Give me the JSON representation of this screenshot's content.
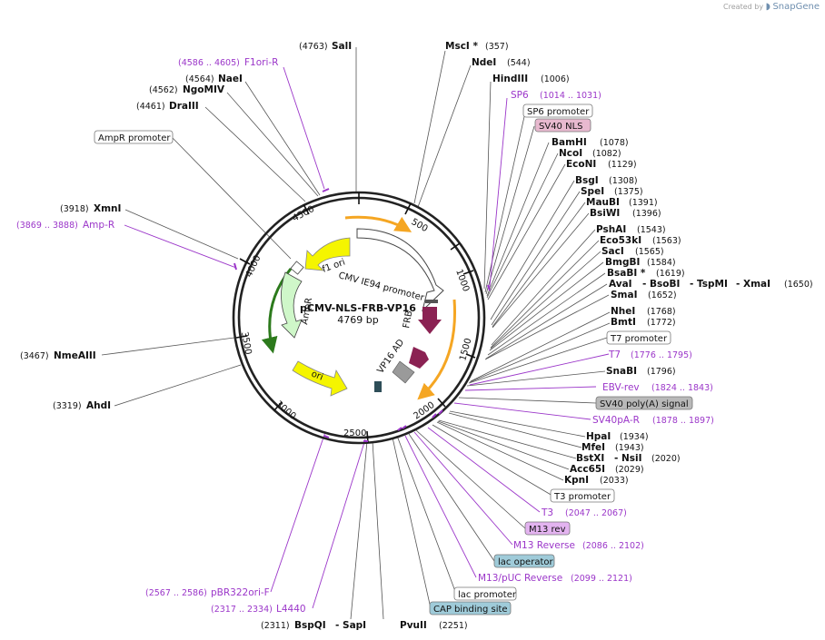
{
  "credit": {
    "prefix": "Created by",
    "brand": "SnapGene"
  },
  "plasmid": {
    "name": "pCMV-NLS-FRB-VP16",
    "size_label": "4769 bp"
  },
  "ticks": [
    "500",
    "1000",
    "1500",
    "2000",
    "2500",
    "3000",
    "3500",
    "4000",
    "4500"
  ],
  "features": {
    "cmv": "CMV IE94 promoter",
    "f1ori": "f1 ori",
    "ampr": "AmpR",
    "ori": "ori",
    "frb": "FRB",
    "vp16": "VP16 AD"
  },
  "enzymes_left": [
    {
      "name": "SalI",
      "pos": "(4763)"
    },
    {
      "name": "NaeI",
      "pos": "(4564)"
    },
    {
      "name": "NgoMIV",
      "pos": "(4562)"
    },
    {
      "name": "DraIII",
      "pos": "(4461)"
    },
    {
      "name": "XmnI",
      "pos": "(3918)"
    },
    {
      "name": "NmeAIII",
      "pos": "(3467)"
    },
    {
      "name": "AhdI",
      "pos": "(3319)"
    }
  ],
  "enzymes_right": [
    {
      "name": "MscI *",
      "pos": "(357)"
    },
    {
      "name": "NdeI",
      "pos": "(544)"
    },
    {
      "name": "HindIII",
      "pos": "(1006)"
    },
    {
      "name": "BamHI",
      "pos": "(1078)"
    },
    {
      "name": "NcoI",
      "pos": "(1082)"
    },
    {
      "name": "EcoNI",
      "pos": "(1129)"
    },
    {
      "name": "BsgI",
      "pos": "(1308)"
    },
    {
      "name": "SpeI",
      "pos": "(1375)"
    },
    {
      "name": "MauBI",
      "pos": "(1391)"
    },
    {
      "name": "BsiWI",
      "pos": "(1396)"
    },
    {
      "name": "PshAI",
      "pos": "(1543)"
    },
    {
      "name": "Eco53kI",
      "pos": "(1563)"
    },
    {
      "name": "SacI",
      "pos": "(1565)"
    },
    {
      "name": "BmgBI",
      "pos": "(1584)"
    },
    {
      "name": "BsaBI *",
      "pos": "(1619)"
    },
    {
      "name": "AvaI",
      "pos": ""
    },
    {
      "name": "- BsoBI",
      "pos": ""
    },
    {
      "name": "- TspMI",
      "pos": ""
    },
    {
      "name": "- XmaI",
      "pos": "(1650)"
    },
    {
      "name": "SmaI",
      "pos": "(1652)"
    },
    {
      "name": "NheI",
      "pos": "(1768)"
    },
    {
      "name": "BmtI",
      "pos": "(1772)"
    },
    {
      "name": "SnaBI",
      "pos": "(1796)"
    },
    {
      "name": "HpaI",
      "pos": "(1934)"
    },
    {
      "name": "MfeI",
      "pos": "(1943)"
    },
    {
      "name": "BstXI",
      "pos": ""
    },
    {
      "name": "- NsiI",
      "pos": "(2020)"
    },
    {
      "name": "Acc65I",
      "pos": "(2029)"
    },
    {
      "name": "KpnI",
      "pos": "(2033)"
    }
  ],
  "enzymes_bottom": [
    {
      "name": "BspQI",
      "pos": "(2311)"
    },
    {
      "name": "- SapI",
      "pos": ""
    },
    {
      "name": "PvuII",
      "pos": "(2251)"
    }
  ],
  "primers": [
    {
      "name": "F1ori-R",
      "range": "(4586 .. 4605)"
    },
    {
      "name": "Amp-R",
      "range": "(3869 .. 3888)"
    },
    {
      "name": "SP6",
      "range": "(1014 .. 1031)"
    },
    {
      "name": "T7",
      "range": "(1776 .. 1795)"
    },
    {
      "name": "EBV-rev",
      "range": "(1824 .. 1843)"
    },
    {
      "name": "SV40pA-R",
      "range": "(1878 .. 1897)"
    },
    {
      "name": "T3",
      "range": "(2047 .. 2067)"
    },
    {
      "name": "M13 Reverse",
      "range": "(2086 .. 2102)"
    },
    {
      "name": "M13/pUC Reverse",
      "range": "(2099 .. 2121)"
    },
    {
      "name": "pBR322ori-F",
      "range": "(2567 .. 2586)"
    },
    {
      "name": "L4440",
      "range": "(2317 .. 2334)"
    }
  ],
  "boxes": [
    {
      "text": "AmpR promoter",
      "color": "#ffffff"
    },
    {
      "text": "SP6 promoter",
      "color": "#ffffff"
    },
    {
      "text": "SV40 NLS",
      "color": "#e8b9cf"
    },
    {
      "text": "T7 promoter",
      "color": "#ffffff"
    },
    {
      "text": "SV40 poly(A) signal",
      "color": "#b9b9b9"
    },
    {
      "text": "T3 promoter",
      "color": "#ffffff"
    },
    {
      "text": "M13 rev",
      "color": "#e3b3f0"
    },
    {
      "text": "lac operator",
      "color": "#9fcbd9"
    },
    {
      "text": "lac promoter",
      "color": "#ffffff"
    },
    {
      "text": "CAP binding site",
      "color": "#9fcbd9"
    }
  ],
  "colors": {
    "primer": "#9b36c9",
    "backbone": "#222222",
    "yellow": "#f5f500",
    "green": "#cff7c9",
    "frb": "#8b2253",
    "vp16": "#8b2253",
    "orange_arrow": "#f5a623"
  }
}
